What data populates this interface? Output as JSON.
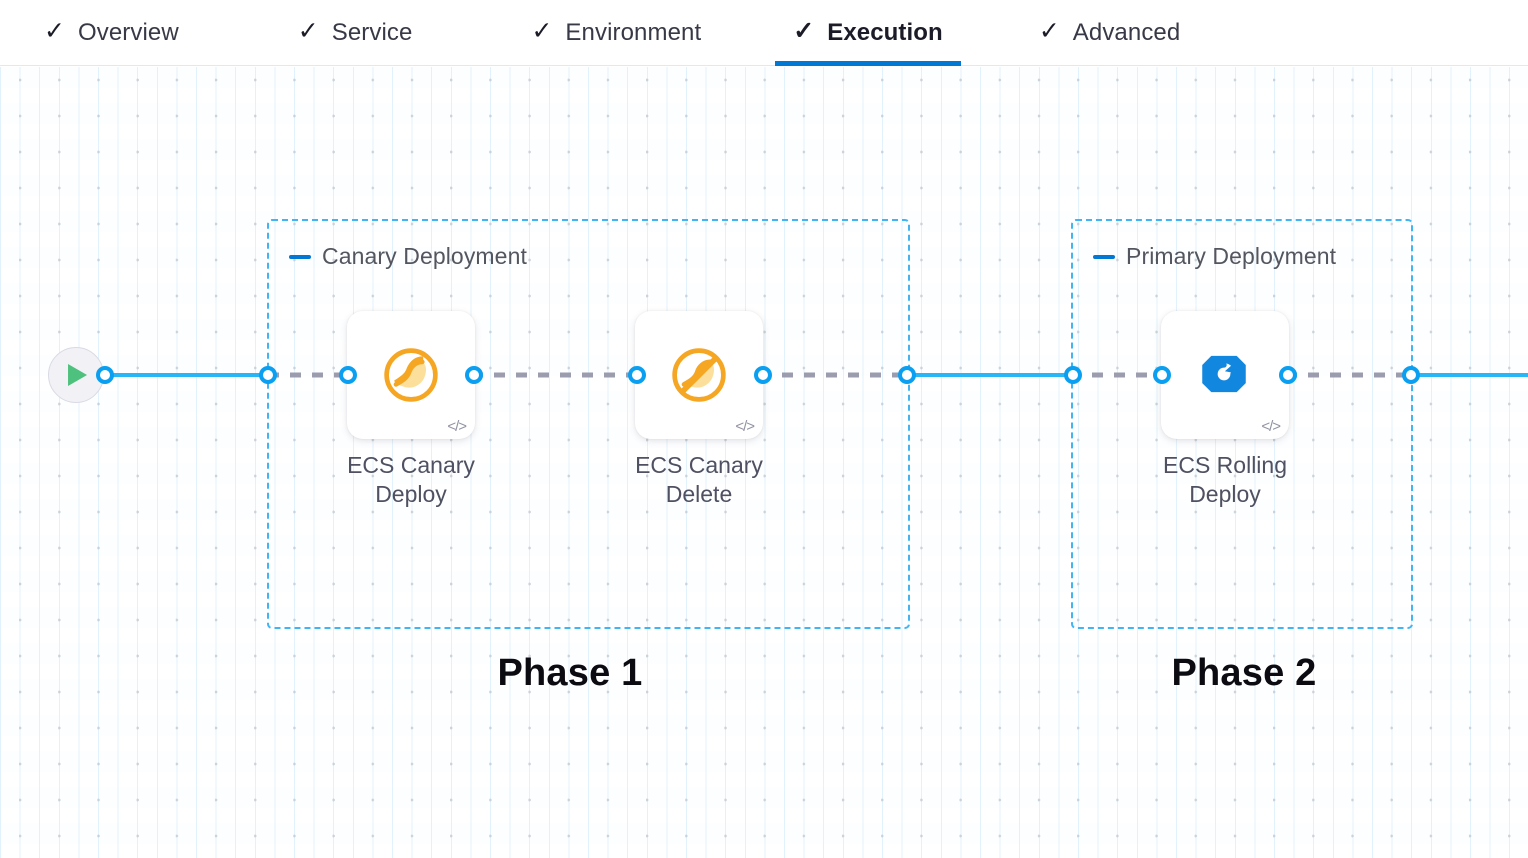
{
  "tabs": [
    {
      "label": "Overview",
      "icon": "check-icon",
      "active": false
    },
    {
      "label": "Service",
      "icon": "check-icon",
      "active": false
    },
    {
      "label": "Environment",
      "icon": "check-icon",
      "active": false
    },
    {
      "label": "Execution",
      "icon": "check-icon",
      "active": true
    },
    {
      "label": "Advanced",
      "icon": "check-icon",
      "active": false
    }
  ],
  "tab_check_glyph": "✓",
  "canvas": {
    "start_node": {
      "name": "pipeline-start-node",
      "icon": "play-icon"
    },
    "groups": [
      {
        "title": "Canary Deployment",
        "collapse_icon": "minus-icon",
        "phase_caption": "Phase 1",
        "nodes": [
          {
            "label": "ECS Canary\nDeploy",
            "icon": "canary-bird-icon",
            "code_glyph": "</>"
          },
          {
            "label": "ECS Canary\nDelete",
            "icon": "canary-bird-delete-icon",
            "code_glyph": "</>"
          }
        ]
      },
      {
        "title": "Primary Deployment",
        "collapse_icon": "minus-icon",
        "phase_caption": "Phase 2",
        "nodes": [
          {
            "label": "ECS Rolling\nDeploy",
            "icon": "ecs-rolling-deploy-icon",
            "code_glyph": "</>"
          }
        ]
      }
    ]
  },
  "colors": {
    "accent_blue": "#0278d5",
    "link_blue": "#29b6f6",
    "port_blue": "#0a9ff0",
    "group_border": "#41b5f4",
    "canary_orange": "#f5a623",
    "rolling_blue": "#1287e0",
    "play_green": "#4dc17d",
    "dash_grey": "#9b9cae",
    "label_grey": "#4f5162"
  }
}
